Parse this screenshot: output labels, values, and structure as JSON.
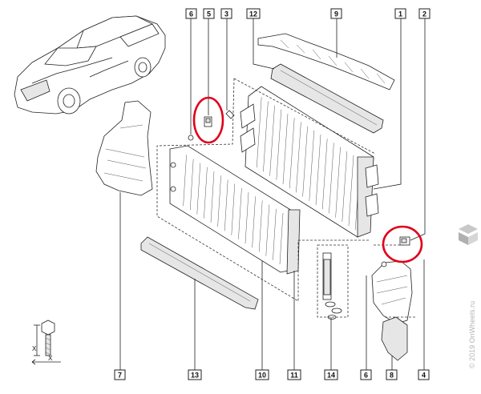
{
  "callouts": {
    "c1": "1",
    "c2": "2",
    "c3": "3",
    "c4": "4",
    "c5": "5",
    "c6a": "6",
    "c6b": "6",
    "c7": "7",
    "c8": "8",
    "c9": "9",
    "c10": "10",
    "c11": "11",
    "c12": "12",
    "c13": "13",
    "c14": "14"
  },
  "fastener_legend": {
    "dimension_label_1": "X",
    "dimension_label_2": "X"
  },
  "watermark": {
    "text": "© 2019 OnWheels.ru"
  },
  "colors": {
    "highlight": "#e0001a",
    "line": "#222222",
    "watermark": "#b5b5b5"
  }
}
